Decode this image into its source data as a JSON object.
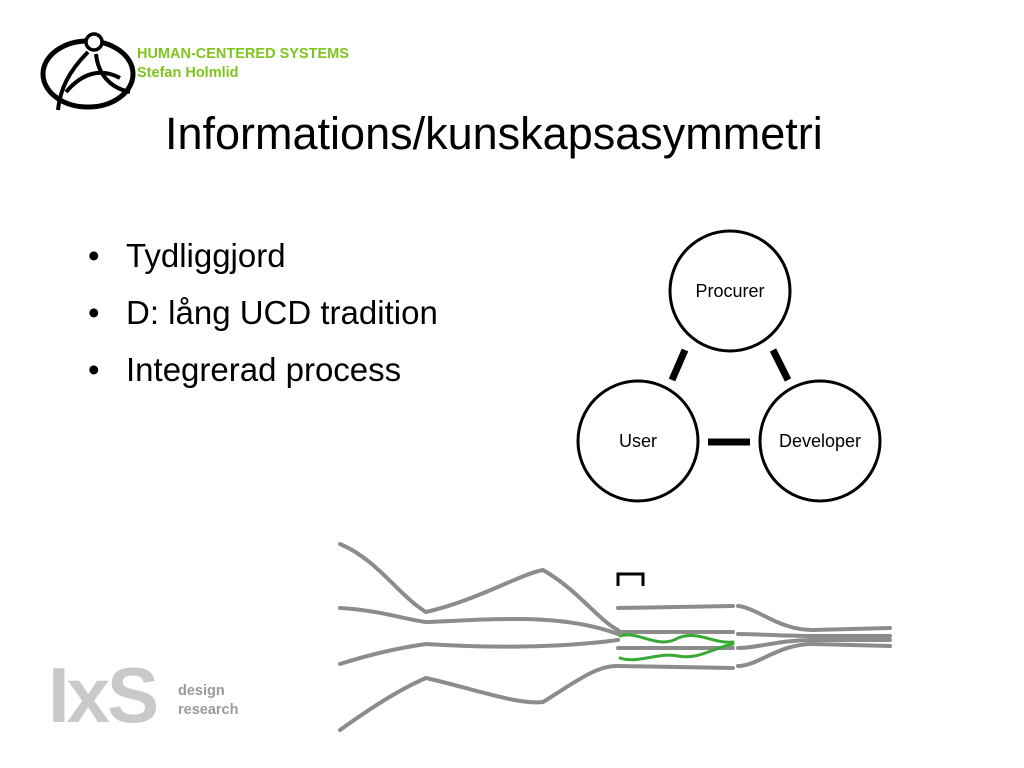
{
  "header": {
    "org_line1": "HUMAN-CENTERED SYSTEMS",
    "org_line2": "Stefan Holmlid",
    "accent_color": "#7fc41c"
  },
  "slide": {
    "title": "Informations/kunskapsasymmetri",
    "bullet_glyph": "•",
    "bullets": [
      "Tydliggjord",
      "D: lång UCD tradition",
      "Integrerad process"
    ]
  },
  "diagram": {
    "nodes": {
      "procurer": "Procurer",
      "user": "User",
      "developer": "Developer"
    }
  },
  "footer_logo": {
    "mark": "IxS",
    "line1": "design",
    "line2": "research"
  },
  "flow_figure": {
    "line_color": "#8c8c8c",
    "highlight_color": "#39a935"
  }
}
